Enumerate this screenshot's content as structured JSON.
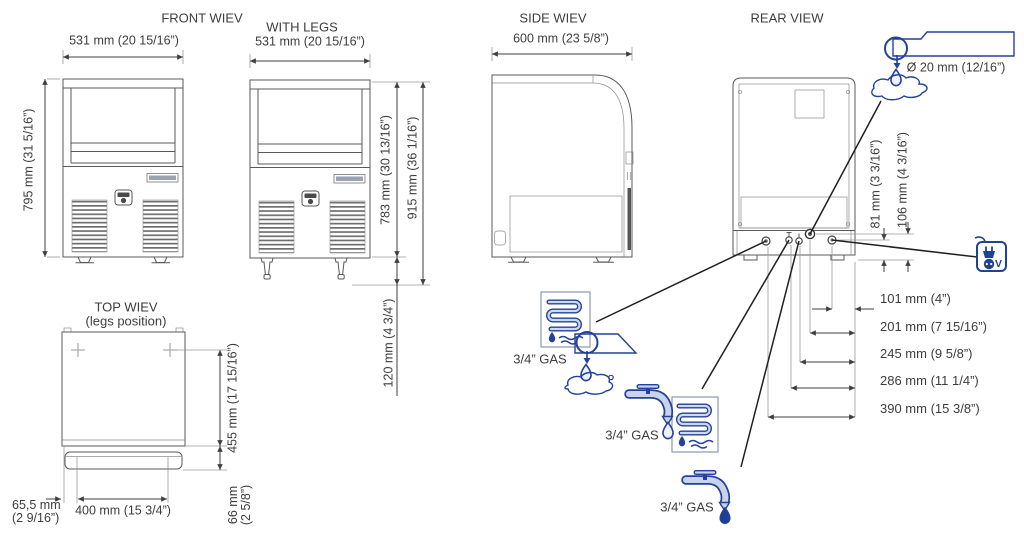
{
  "front": {
    "title": "FRONT WIEV",
    "width": "531 mm (20 15/16”)",
    "height": "795 mm (31 5/16”)"
  },
  "with_legs": {
    "title": "WITH LEGS",
    "width": "531 mm (20 15/16”)",
    "height_body": "783 mm (30 13/16”)",
    "height_total": "915 mm (36 1/16”)",
    "leg_height": "120 mm (4 3/4”)"
  },
  "side": {
    "title": "SIDE WIEV",
    "depth": "600 mm (23 5/8”)"
  },
  "rear": {
    "title": "REAR VIEW",
    "drain_diameter": "Ø 20 mm (12/16”)",
    "conn_height_1": "81 mm (3 3/16”)",
    "conn_height_2": "106 mm (4 3/16”)",
    "offsets": [
      "101 mm (4”)",
      "201 mm (7 15/16”)",
      "245 mm (9 5/8”)",
      "286 mm (11 1/4”)",
      "390 mm (15 3/8”)"
    ],
    "voltage": "V"
  },
  "top": {
    "title": "TOP WIEV",
    "subtitle": "(legs position)",
    "depth": "455 mm (17 15/16”)",
    "rear_clearance_1": "66 mm",
    "rear_clearance_2": "(2 5/8”)",
    "side_offset_1": "65,5 mm",
    "side_offset_2": "(2 9/16”)",
    "legs_spacing": "400 mm (15 3/4”)"
  },
  "connections": {
    "gas_label_1": "3/4” GAS",
    "gas_label_2": "3/4” GAS",
    "gas_label_3": "3/4” GAS"
  },
  "colors": {
    "icon_outline": "#24419b",
    "icon_fill": "#c7d4ea",
    "line": "#595959",
    "dimension": "#3f3f3f",
    "text": "#3d3d3d"
  }
}
